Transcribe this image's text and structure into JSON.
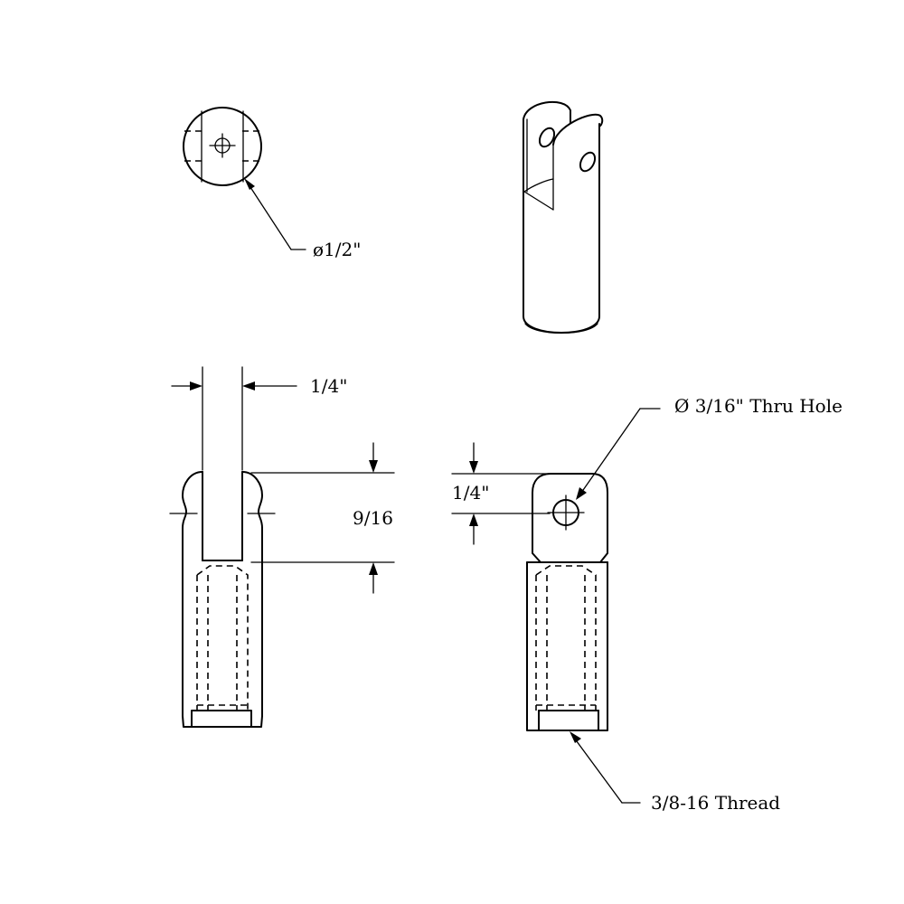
{
  "labels": {
    "outer_diameter": "ø1/2\"",
    "slot_width": "1/4\"",
    "slot_depth": "9/16",
    "hole_offset": "1/4\"",
    "thru_hole": "Ø 3/16\" Thru Hole",
    "thread": "3/8-16 Thread"
  },
  "colors": {
    "line": "#000000",
    "background": "#ffffff"
  }
}
